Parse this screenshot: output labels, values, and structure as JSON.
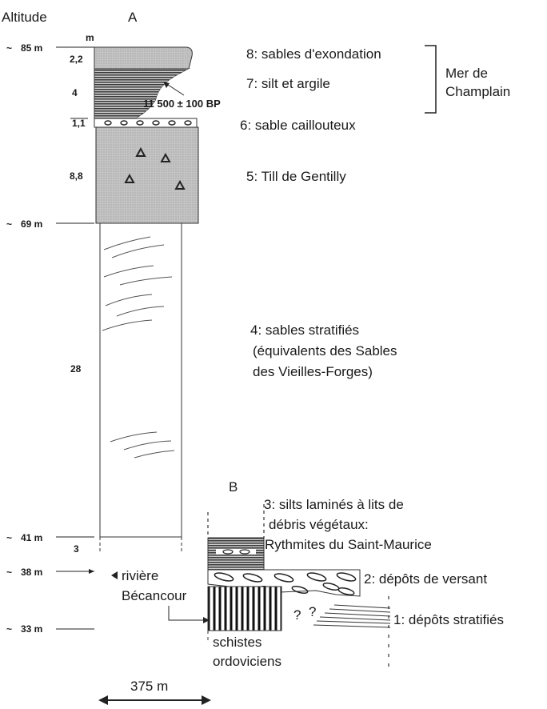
{
  "header": {
    "altitude": "Altitude",
    "section_a": "A",
    "section_b": "B",
    "unit_m": "m"
  },
  "altitudes": {
    "a85": "85 m",
    "a69": "69 m",
    "a41": "41 m",
    "a38": "38 m",
    "a33": "33 m",
    "tilde": "~"
  },
  "thickness": {
    "t22": "2,2",
    "t4": "4",
    "t11": "1,1",
    "t88": "8,8",
    "t28": "28",
    "t3": "3"
  },
  "units": {
    "u8": "8: sables d'exondation",
    "u7": "7: silt et argile",
    "u6": "6: sable caillouteux",
    "u5": "5: Till de Gentilly",
    "u4_l1": "4: sables stratifiés",
    "u4_l2": "(équivalents des Sables",
    "u4_l3": "des Vieilles-Forges)",
    "u3_l1": "3: silts laminés à lits de",
    "u3_l2": "débris végétaux:",
    "u3_l3": "Rythmites du Saint-Maurice",
    "u2": "2: dépôts de versant",
    "u1": "1: dépôts  stratifiés"
  },
  "bracket": {
    "l1": "Mer de",
    "l2": "Champlain"
  },
  "date": "11 500 ± 100 BP",
  "river": {
    "l1": "rivière",
    "l2": "Bécancour"
  },
  "bedrock": {
    "l1": "schistes",
    "l2": "ordoviciens"
  },
  "question": "?",
  "scale": "375 m"
}
